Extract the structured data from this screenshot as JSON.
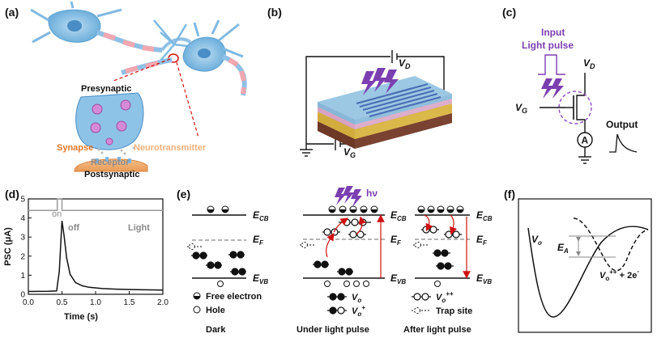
{
  "panels": {
    "a": {
      "label": "(a)",
      "presynaptic": "Presynaptic",
      "synapse": "Synapse",
      "neurotransmitter": "Neurotransmitter",
      "receptor": "Receptor",
      "postsynaptic": "Postsynaptic"
    },
    "b": {
      "label": "(b)",
      "vd": "V",
      "vd_sub": "D",
      "vg": "V",
      "vg_sub": "G"
    },
    "c": {
      "label": "(c)",
      "input_line1": "Input",
      "input_line2": "Light  pulse",
      "vd": "V",
      "vd_sub": "D",
      "vg": "V",
      "vg_sub": "G",
      "ammeter": "A",
      "output": "Output"
    },
    "d": {
      "label": "(d)",
      "on": "on",
      "off": "off",
      "light": "Light"
    },
    "e": {
      "label": "(e)",
      "ecb": "E",
      "ecb_sub": "CB",
      "ef": "E",
      "ef_sub": "F",
      "evb": "E",
      "evb_sub": "VB",
      "hv": "hν",
      "free_electron": "Free electron",
      "hole": "Hole",
      "vo": "V",
      "vo_sub": "o",
      "vo_plus": "+",
      "vo_pp": "++",
      "trap_site": "Trap site",
      "dark": "Dark",
      "under": "Under light pulse",
      "after": "After light pulse"
    },
    "f": {
      "label": "(f)",
      "vo": "V",
      "vo_sub": "o",
      "ea": "E",
      "ea_sub": "A",
      "vopp": "V",
      "vopp_sub": "o",
      "vopp_sup": "++",
      "plus2e": " + 2e",
      "minus": "-"
    }
  },
  "chart_data": {
    "type": "line",
    "xlabel": "Time (s)",
    "ylabel": "PSC (μA)",
    "xlim": [
      0.0,
      2.0
    ],
    "ylim": [
      0,
      5
    ],
    "xticks": [
      "0.0",
      "0.5",
      "1.0",
      "1.5",
      "2.0"
    ],
    "yticks": [
      "0",
      "1",
      "2",
      "3",
      "4",
      "5"
    ],
    "series": [
      {
        "x": [
          0.0,
          0.3,
          0.42,
          0.46,
          0.5,
          0.53,
          0.57,
          0.62,
          0.7,
          0.8,
          0.9,
          1.1,
          1.3,
          1.6,
          2.0
        ],
        "y": [
          0.15,
          0.16,
          0.18,
          1.2,
          3.85,
          3.1,
          1.9,
          1.05,
          0.62,
          0.45,
          0.37,
          0.3,
          0.27,
          0.24,
          0.22
        ]
      }
    ],
    "light_pulse": {
      "on": 0.43,
      "off": 0.5,
      "level_low": 4.4,
      "level_high": 5.0
    }
  }
}
